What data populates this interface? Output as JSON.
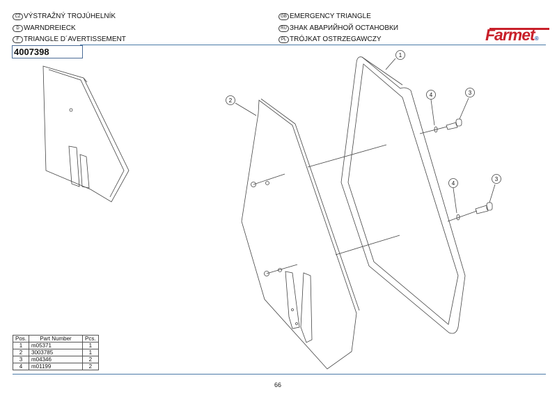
{
  "header": {
    "left": [
      {
        "flag": "CZ",
        "text": "VÝSTRAŽNÝ TROJÚHELNÍK"
      },
      {
        "flag": "D",
        "text": "WARNDREIECK"
      },
      {
        "flag": "F",
        "text": "TRIANGLE D´AVERTISSEMENT"
      }
    ],
    "right": [
      {
        "flag": "GB",
        "text": "EMERGENCY TRIANGLE"
      },
      {
        "flag": "RU",
        "text": "ЗНАК АВАРИЙНОЙ ОСТАНОВКИ"
      },
      {
        "flag": "PL",
        "text": "TRÓJKAT OSTRZEGAWCZY"
      }
    ],
    "code": "4007398",
    "logo": "Farmet"
  },
  "callouts": [
    "1",
    "2",
    "3",
    "3",
    "4",
    "4"
  ],
  "parts_table": {
    "headers": [
      "Pos.",
      "Part Number",
      "Pcs."
    ],
    "rows": [
      [
        "1",
        "m05371",
        "1"
      ],
      [
        "2",
        "3003785",
        "1"
      ],
      [
        "3",
        "m04346",
        "2"
      ],
      [
        "4",
        "m01199",
        "2"
      ]
    ]
  },
  "page_number": "66"
}
